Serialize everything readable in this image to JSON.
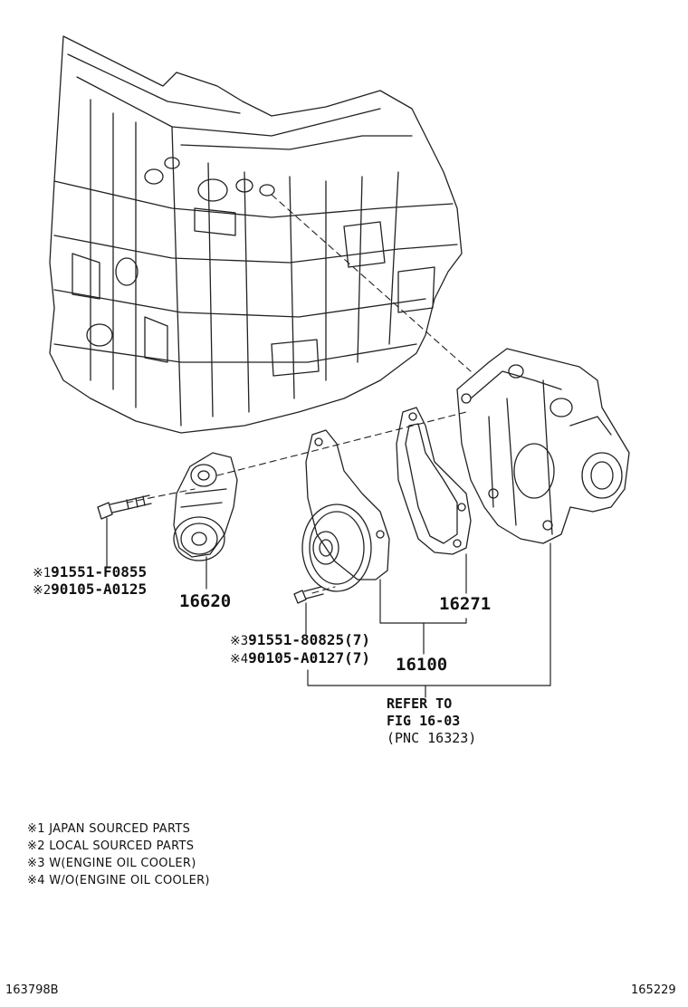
{
  "callouts": {
    "tensioner_bolt_jp": {
      "mark": "※1",
      "part": "91551-F0855"
    },
    "tensioner_bolt_local": {
      "mark": "※2",
      "part": "90105-A0125"
    },
    "tensioner": "16620",
    "gasket": "16271",
    "pump_bolt_cooler": {
      "mark": "※3",
      "part": "91551-80825(7)"
    },
    "pump_bolt_no_cooler": {
      "mark": "※4",
      "part": "90105-A0127(7)"
    },
    "water_pump_assy": "16100"
  },
  "reference": {
    "line1": "REFER TO",
    "line2": "FIG 16-03",
    "line3": "(PNC 16323)"
  },
  "notes": [
    "※1 JAPAN SOURCED PARTS",
    "※2 LOCAL SOURCED PARTS",
    "※3 W(ENGINE OIL COOLER)",
    "※4 W/O(ENGINE OIL COOLER)"
  ],
  "footer": {
    "left_id": "163798B",
    "right_id": "165229"
  }
}
